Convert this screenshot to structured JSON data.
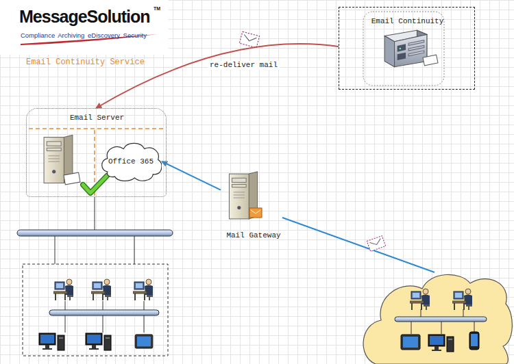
{
  "diagram": {
    "title": "Email Continuity Service",
    "nodes": [
      {
        "text": [
          "Email Continuity"
        ]
      },
      {
        "text": [
          "Email Server"
        ]
      },
      {
        "text": [
          "Office 365"
        ],
        "in": 1
      },
      {
        "text": [
          "Mail Gateway"
        ]
      }
    ],
    "edges": [
      {
        "from": 0,
        "to": 1,
        "label": "re-deliver mail",
        "arrow": "to"
      },
      {
        "from": 3,
        "to": 2,
        "arrow": "to"
      }
    ],
    "labels": [
      "MessageSolution",
      "TM",
      "Compliance Archiving eDiscovery Security"
    ]
  }
}
